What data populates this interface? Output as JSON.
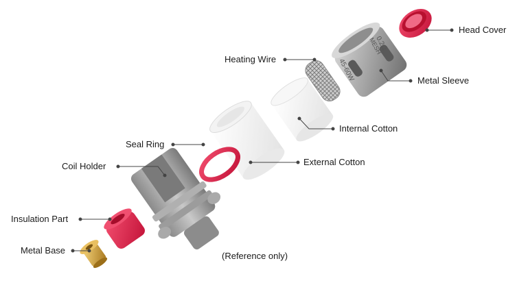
{
  "parts": {
    "head_cover": "Head Cover",
    "metal_sleeve": "Metal Sleeve",
    "heating_wire": "Heating Wire",
    "internal_cotton": "Internal Cotton",
    "external_cotton": "External Cotton",
    "seal_ring": "Seal Ring",
    "coil_holder": "Coil Holder",
    "insulation_part": "Insulation Part",
    "metal_base": "Metal Base"
  },
  "sleeve_marking": {
    "resistance": "0.2Ω",
    "type": "MESH",
    "wattage": "45-60W"
  },
  "note": "(Reference only)",
  "colors": {
    "seal_red": "#e2264d",
    "metal": "#9a9a9a",
    "brass": "#d4a53a",
    "leader": "#444444"
  }
}
